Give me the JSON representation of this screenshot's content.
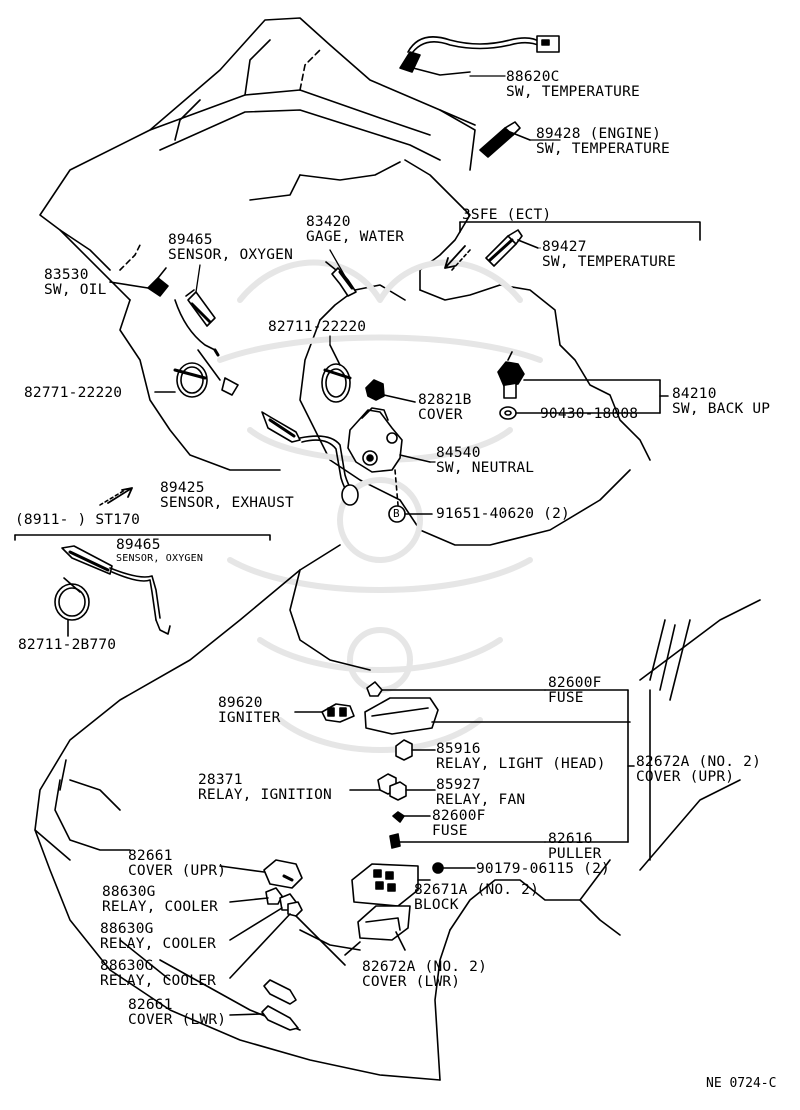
{
  "diagram_code": "NE 0724-C",
  "groups": {
    "ect_3sfe": "3SFE (ECT)",
    "st170": "(8911-      ) ST170"
  },
  "parts": {
    "p88620c": {
      "number": "88620C",
      "name": "SW, TEMPERATURE"
    },
    "p89428": {
      "number": "89428 (ENGINE)",
      "name": "SW, TEMPERATURE"
    },
    "p83420": {
      "number": "83420",
      "name": "GAGE, WATER"
    },
    "p89465a": {
      "number": "89465",
      "name": "SENSOR, OXYGEN"
    },
    "p83530": {
      "number": "83530",
      "name": "SW, OIL"
    },
    "p89427": {
      "number": "89427",
      "name": "SW, TEMPERATURE"
    },
    "p82711_22220": {
      "number": "82711-22220",
      "name": ""
    },
    "p82771_22220": {
      "number": "82771-22220",
      "name": ""
    },
    "p82821b": {
      "number": "82821B",
      "name": "COVER"
    },
    "p84210": {
      "number": "84210",
      "name": "SW, BACK UP"
    },
    "p90430": {
      "number": "90430-18008",
      "name": ""
    },
    "p84540": {
      "number": "84540",
      "name": "SW, NEUTRAL"
    },
    "p89425": {
      "number": "89425",
      "name": "SENSOR, EXHAUST"
    },
    "p91651": {
      "number": "91651-40620 (2)",
      "name": ""
    },
    "p89465b": {
      "number": "89465",
      "name": "SENSOR, OXYGEN"
    },
    "p82711_2b770": {
      "number": "82711-2B770",
      "name": ""
    },
    "p82600f_a": {
      "number": "82600F",
      "name": "FUSE"
    },
    "p89620": {
      "number": "89620",
      "name": "IGNITER"
    },
    "p85916": {
      "number": "85916",
      "name": "RELAY, LIGHT (HEAD)"
    },
    "p82672a_upr": {
      "number": "82672A (NO. 2)",
      "name": "COVER (UPR)"
    },
    "p28371": {
      "number": "28371",
      "name": "RELAY, IGNITION"
    },
    "p85927": {
      "number": "85927",
      "name": "RELAY, FAN"
    },
    "p82600f_b": {
      "number": "82600F",
      "name": "FUSE"
    },
    "p82616": {
      "number": "82616",
      "name": "PULLER"
    },
    "p82661_upr": {
      "number": "82661",
      "name": "COVER (UPR)"
    },
    "p90179": {
      "number": "90179-06115 (2)",
      "name": ""
    },
    "p88630g_a": {
      "number": "88630G",
      "name": "RELAY, COOLER"
    },
    "p82671a": {
      "number": "82671A (NO. 2)",
      "name": "BLOCK"
    },
    "p88630g_b": {
      "number": "88630G",
      "name": "RELAY, COOLER"
    },
    "p82672a_lwr": {
      "number": "82672A (NO. 2)",
      "name": "COVER (LWR)"
    },
    "p88630g_c": {
      "number": "88630G",
      "name": "RELAY, COOLER"
    },
    "p82661_lwr": {
      "number": "82661",
      "name": "COVER (LWR)"
    }
  },
  "bolt_symbol": "B"
}
